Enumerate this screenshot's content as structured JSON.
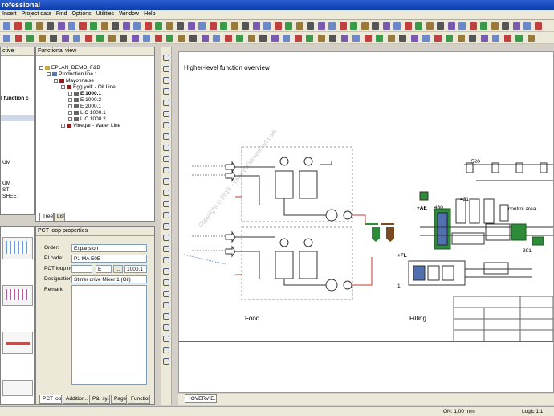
{
  "window": {
    "title": "rofessional"
  },
  "menu": [
    "Insert",
    "Project data",
    "Find",
    "Options",
    "Utilities",
    "Window",
    "Help"
  ],
  "left_panel": {
    "title": "ctive",
    "items": [
      "l function c",
      "UM",
      "UM",
      "ST",
      "SHEET"
    ]
  },
  "functional_view": {
    "title": "Functional view",
    "tree": [
      {
        "label": "EPLAN_DEMO_F&B",
        "level": 0
      },
      {
        "label": "Production line 1",
        "level": 1
      },
      {
        "label": "Mayonnaise",
        "level": 2
      },
      {
        "label": "Egg yolk - Oil Line",
        "level": 3
      },
      {
        "label": "E 1000.1",
        "level": 4
      },
      {
        "label": "E 1000.2",
        "level": 4
      },
      {
        "label": "E 2000.1",
        "level": 4
      },
      {
        "label": "LIC 1000.1",
        "level": 4
      },
      {
        "label": "LIC 1000.2",
        "level": 4
      },
      {
        "label": "Vinegar - Water Line",
        "level": 3
      }
    ],
    "tabs": [
      "Tree",
      "List"
    ]
  },
  "pct_props": {
    "title": "PCT loop properties",
    "order_label": "Order:",
    "order_value": "Expansion",
    "pi_label": "PI code:",
    "pi_value": "P1 MA E0E",
    "loop_label": "PCT loop numb",
    "loop_e": "E",
    "loop_btn": "...",
    "loop_value": "1000.1",
    "designation_label": "Designation:",
    "designation_value": "Stirrer drive Mixer 1 (Oil)",
    "remark_label": "Remark:",
    "tabs": [
      "PCT loop",
      "Addition...",
      "P&I sy...",
      "Pages",
      "Functions"
    ]
  },
  "drawing": {
    "heading": "Higher-level function overview",
    "food_label": "Food",
    "filling_label": "Filling",
    "ae_label": "+AE",
    "fl_label": "+FL",
    "control_area": "control area",
    "n520": "520",
    "n430": "430",
    "n431": "431",
    "n391": "391",
    "n1": "1",
    "watermark": "Copyright © 2015 - www.p30download.com",
    "sheet_tab": "+OVERVIE..."
  },
  "status": {
    "coords": "ON: 1,00 mm",
    "logic": "Logic 1:1"
  },
  "colors": {
    "title_bar": "#0a3ca8",
    "accent_red": "#c0392b",
    "accent_green": "#2e8b3a"
  }
}
